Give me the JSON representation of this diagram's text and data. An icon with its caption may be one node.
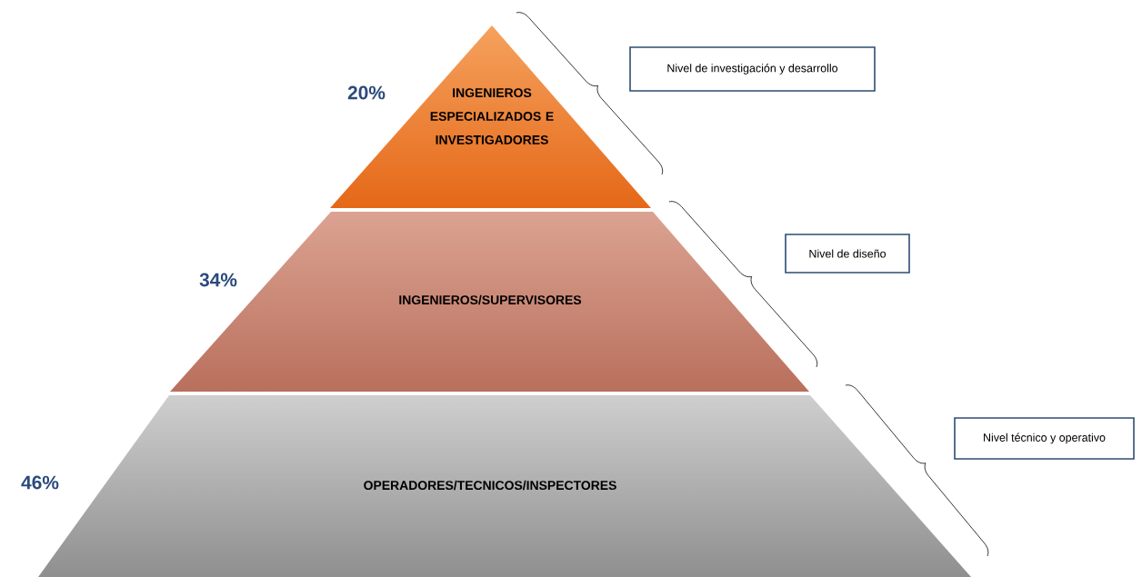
{
  "diagram": {
    "nodes": [
      {
        "text": [
          "INGENIEROS ESPECIALIZADOS E INVESTIGADORES"
        ]
      },
      {
        "text": [
          "INGENIEROS/SUPERVISORES"
        ]
      },
      {
        "text": [
          "OPERADORES/TECNICOS/INSPECTORES"
        ]
      },
      {
        "text": [
          "Nivel de investigación y desarrollo"
        ]
      },
      {
        "text": [
          "Nivel de diseño"
        ]
      },
      {
        "text": [
          "Nivel técnico y operativo"
        ]
      }
    ],
    "labels": [
      "20%",
      "34%",
      "46%"
    ]
  }
}
